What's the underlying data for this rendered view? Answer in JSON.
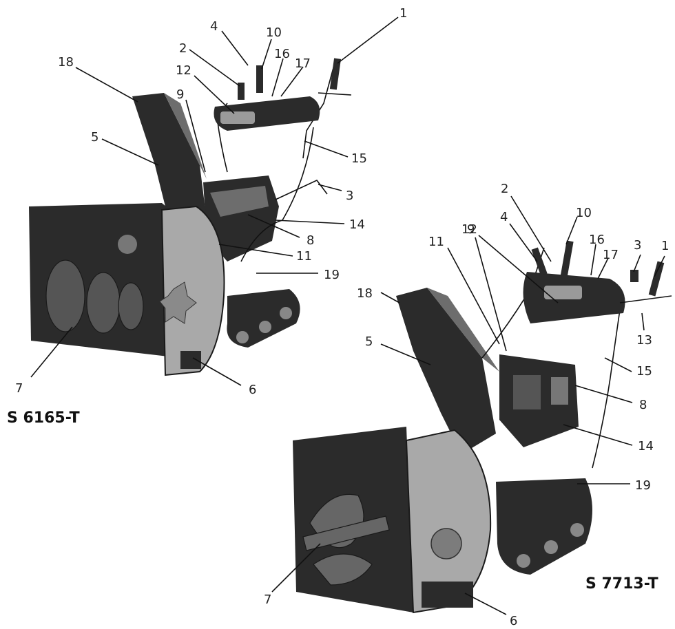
{
  "figure": {
    "machines": [
      {
        "model": "S 6165-T",
        "callouts": [
          "1",
          "2",
          "3",
          "4",
          "5",
          "6",
          "7",
          "8",
          "9",
          "10",
          "11",
          "12",
          "14",
          "15",
          "16",
          "17",
          "18",
          "19"
        ]
      },
      {
        "model": "S 7713-T",
        "callouts": [
          "1",
          "2",
          "3",
          "4",
          "5",
          "6",
          "7",
          "8",
          "9",
          "10",
          "11",
          "12",
          "13",
          "14",
          "15",
          "16",
          "17",
          "18",
          "19"
        ]
      }
    ]
  }
}
